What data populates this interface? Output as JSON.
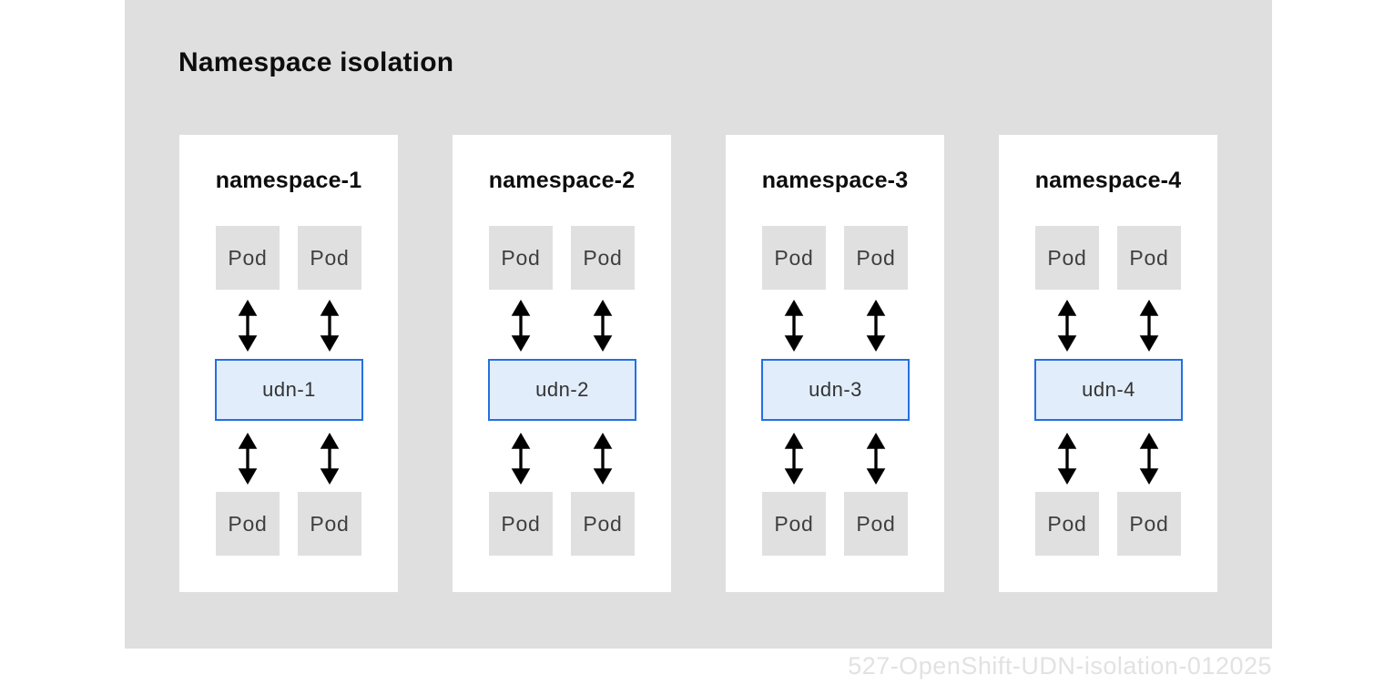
{
  "title": "Namespace isolation",
  "watermark": "527-OpenShift-UDN-isolation-012025",
  "colors": {
    "page_bg": "#ffffff",
    "diagram_bg": "#dfdfdf",
    "panel_bg": "#ffffff",
    "pod_bg": "#e0e0e0",
    "pod_text": "#3f3f3f",
    "udn_bg": "#e1edfb",
    "udn_border": "#2470e0",
    "arrow": "#000000",
    "title_text": "#0d0d0d",
    "watermark_text": "#e2e2e2"
  },
  "namespaces": [
    {
      "label": "namespace-1",
      "udn": "udn-1",
      "pods_top": [
        "Pod",
        "Pod"
      ],
      "pods_bottom": [
        "Pod",
        "Pod"
      ]
    },
    {
      "label": "namespace-2",
      "udn": "udn-2",
      "pods_top": [
        "Pod",
        "Pod"
      ],
      "pods_bottom": [
        "Pod",
        "Pod"
      ]
    },
    {
      "label": "namespace-3",
      "udn": "udn-3",
      "pods_top": [
        "Pod",
        "Pod"
      ],
      "pods_bottom": [
        "Pod",
        "Pod"
      ]
    },
    {
      "label": "namespace-4",
      "udn": "udn-4",
      "pods_top": [
        "Pod",
        "Pod"
      ],
      "pods_bottom": [
        "Pod",
        "Pod"
      ]
    }
  ]
}
